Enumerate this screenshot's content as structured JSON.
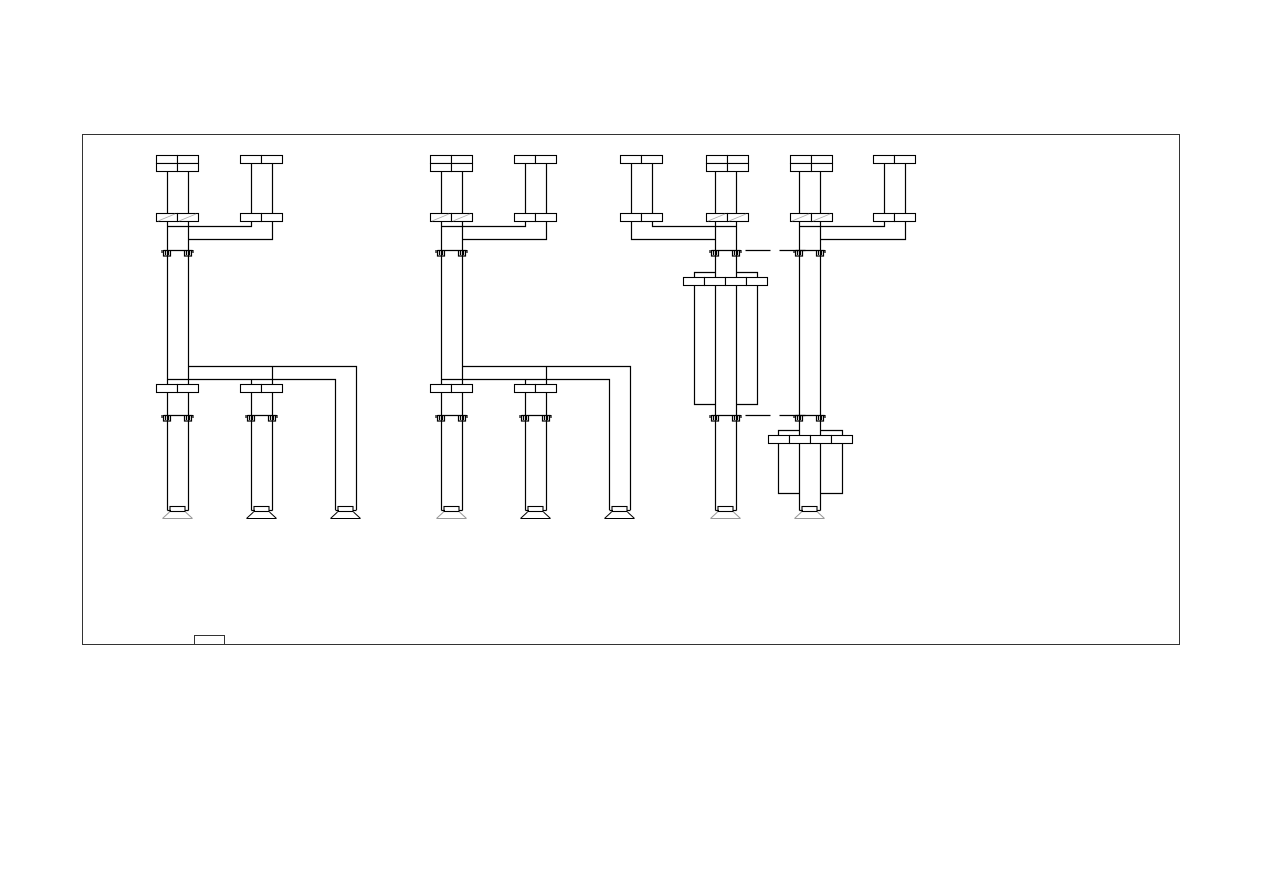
{
  "diagram": {
    "type": "wiring-schematic",
    "line_color": "#000000",
    "background": "#ffffff",
    "groups": [
      {
        "id": "circuit-1",
        "speakers": 3,
        "branch": "right"
      },
      {
        "id": "circuit-2",
        "speakers": 3,
        "branch": "right"
      },
      {
        "id": "circuit-3",
        "speakers": 1,
        "branch": "left",
        "loop_connector": "upper"
      },
      {
        "id": "circuit-4",
        "speakers": 1,
        "branch": "right",
        "loop_connector": "lower"
      }
    ]
  }
}
